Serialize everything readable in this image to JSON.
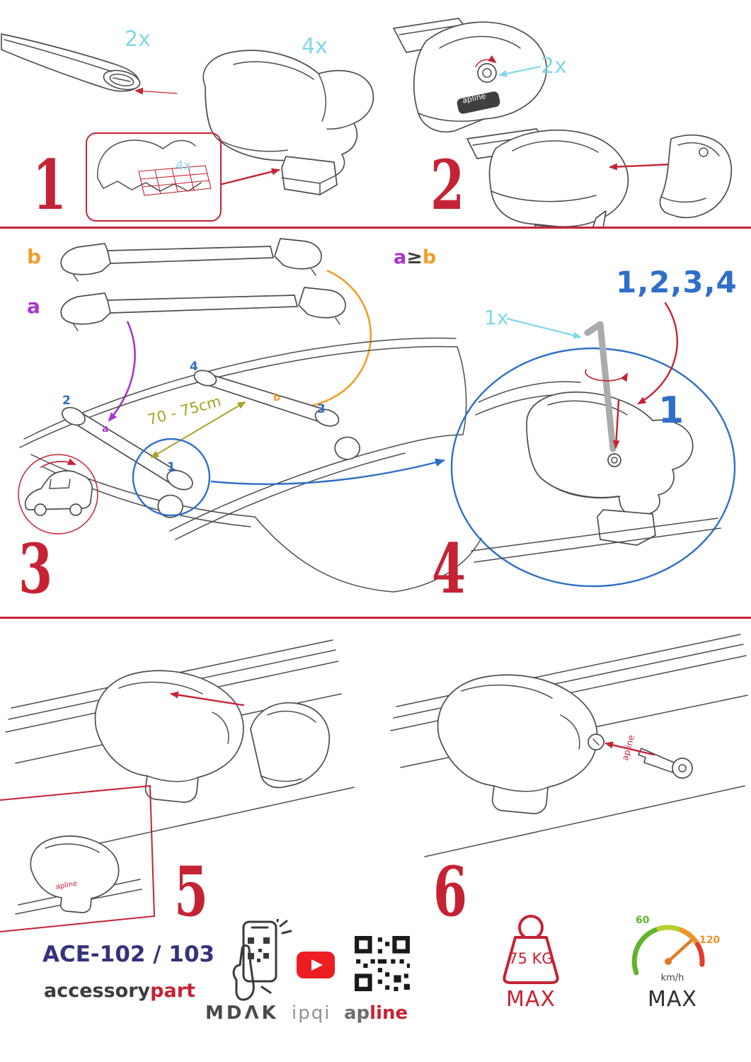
{
  "colors": {
    "red": "#c52334",
    "cyan": "#82d7e8",
    "blue": "#2f6fc8",
    "purple": "#a834d0",
    "orange": "#f29d2a",
    "olive": "#a6a428",
    "navy": "#34317d",
    "dark": "#3f4041",
    "gray": "#909295",
    "stroke": "#4d4d4f",
    "youtube": "#ed1d24",
    "gauge_green": "#62b32e",
    "gauge_lime": "#b5cf2f",
    "gauge_orange": "#f0932a",
    "gauge_red": "#e23b2e",
    "needle": "#e07b24"
  },
  "step1": {
    "number": "1",
    "bar_qty": "2x",
    "foot_qty": "4x",
    "pad_qty": "4x"
  },
  "step2": {
    "number": "2",
    "bolt_qty": "2x",
    "foot_brand": "apline"
  },
  "step3": {
    "number": "3",
    "bar_a_label": "a",
    "bar_b_label": "b",
    "distance": "70 - 75cm",
    "roof_pos_1": "1",
    "roof_pos_2": "2",
    "roof_pos_3": "3",
    "roof_pos_4": "4",
    "roof_a": "a",
    "roof_b": "b"
  },
  "step4": {
    "number": "4",
    "cond_a": "a",
    "cond_op": "≥",
    "cond_b": "b",
    "sequence": "1,2,3,4",
    "tool_qty": "1x",
    "highlight_pos": "1"
  },
  "step5": {
    "number": "5",
    "foot_brand": "apline"
  },
  "step6": {
    "number": "6",
    "foot_brand": "apline"
  },
  "footer": {
    "product_code": "ACE-102 / 103",
    "brand_accessory": "accessory",
    "brand_part": "part",
    "mdak_logo": "MDΛK",
    "ipqi_logo": "ipqi",
    "apline_ap": "ap",
    "apline_line": "line",
    "weight_value": "75 KG",
    "weight_max": "MAX",
    "speed_60": "60",
    "speed_120": "120",
    "speed_unit": "km/h",
    "speed_max": "MAX"
  }
}
